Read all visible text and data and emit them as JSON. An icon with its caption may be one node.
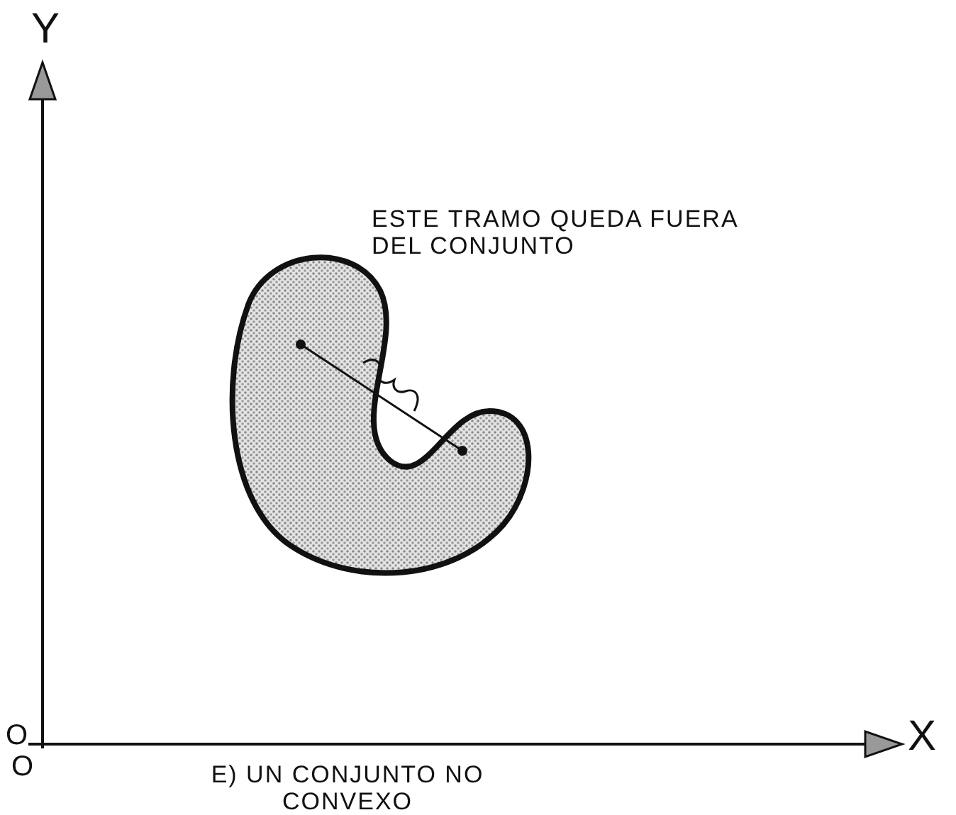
{
  "diagram": {
    "caption": "E) UN CONJUNTO NO CONVEXO",
    "labels": [
      "Y",
      "ESTE TRAMO QUEDA FUERA DEL CONJUNTO",
      "O",
      "O",
      "X"
    ]
  }
}
